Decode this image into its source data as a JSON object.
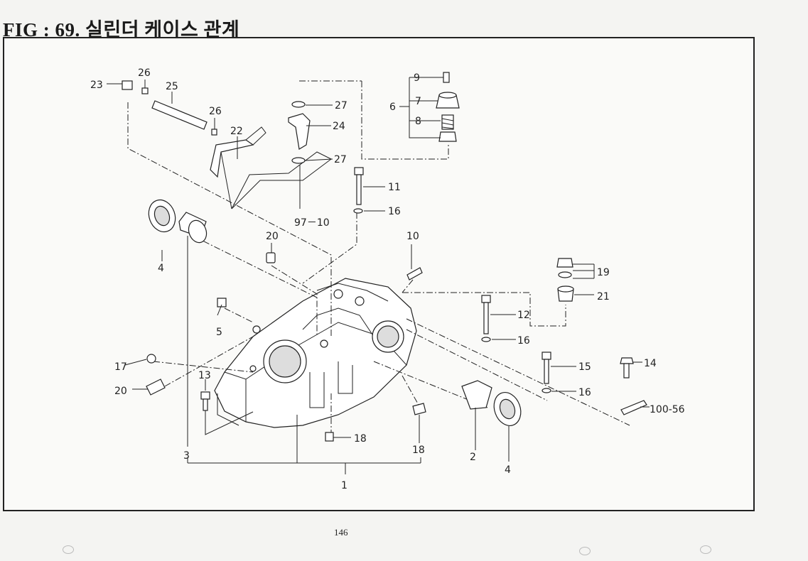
{
  "title": "FIG : 69.  실린더 케이스 관계",
  "page_number": "146",
  "callouts": {
    "c1": "1",
    "c2": "2",
    "c3": "3",
    "c4a": "4",
    "c4b": "4",
    "c5": "5",
    "c6": "6",
    "c7": "7",
    "c8": "8",
    "c9": "9",
    "c10": "10",
    "c11": "11",
    "c12": "12",
    "c13": "13",
    "c14": "14",
    "c15": "15",
    "c16a": "16",
    "c16b": "16",
    "c16c": "16",
    "c17": "17",
    "c18a": "18",
    "c18b": "18",
    "c19": "19",
    "c20a": "20",
    "c20b": "20",
    "c21": "21",
    "c22": "22",
    "c23": "23",
    "c24": "24",
    "c25": "25",
    "c26a": "26",
    "c26b": "26",
    "c27a": "27",
    "c27b": "27",
    "ref97": "97－10",
    "ref100": "100-56"
  }
}
